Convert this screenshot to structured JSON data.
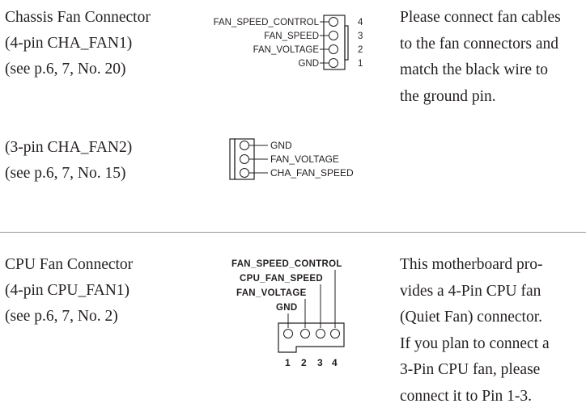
{
  "sections": [
    {
      "id": "chassis-fan-4pin",
      "title_lines": [
        "Chassis Fan Connector",
        "(4-pin CHA_FAN1)",
        "(see p.6, 7, No. 20)"
      ],
      "diagram": {
        "pins": [
          {
            "number": "4",
            "label": "FAN_SPEED_CONTROL"
          },
          {
            "number": "3",
            "label": "FAN_SPEED"
          },
          {
            "number": "2",
            "label": "FAN_VOLTAGE"
          },
          {
            "number": "1",
            "label": "GND"
          }
        ]
      },
      "description_lines": [
        "Please connect fan cables",
        "to the fan connectors and",
        "match the black wire to",
        "the ground pin."
      ]
    },
    {
      "id": "chassis-fan-3pin",
      "title_lines": [
        "(3-pin CHA_FAN2)",
        "(see p.6, 7, No. 15)"
      ],
      "diagram": {
        "pins": [
          {
            "label": "GND"
          },
          {
            "label": "FAN_VOLTAGE"
          },
          {
            "label": "CHA_FAN_SPEED"
          }
        ]
      }
    },
    {
      "id": "cpu-fan-4pin",
      "title_lines": [
        "CPU Fan Connector",
        "(4-pin CPU_FAN1)",
        "(see p.6, 7, No. 2)"
      ],
      "diagram": {
        "labels": [
          "FAN_SPEED_CONTROL",
          "CPU_FAN_SPEED",
          "FAN_VOLTAGE",
          "GND"
        ],
        "pin_numbers": [
          "1",
          "2",
          "3",
          "4"
        ]
      },
      "description_lines": [
        "This motherboard pro-",
        "vides a 4-Pin CPU fan",
        "(Quiet Fan) connector.",
        "If you plan to connect a",
        "3-Pin CPU fan, please",
        "connect it to Pin 1-3."
      ]
    }
  ]
}
